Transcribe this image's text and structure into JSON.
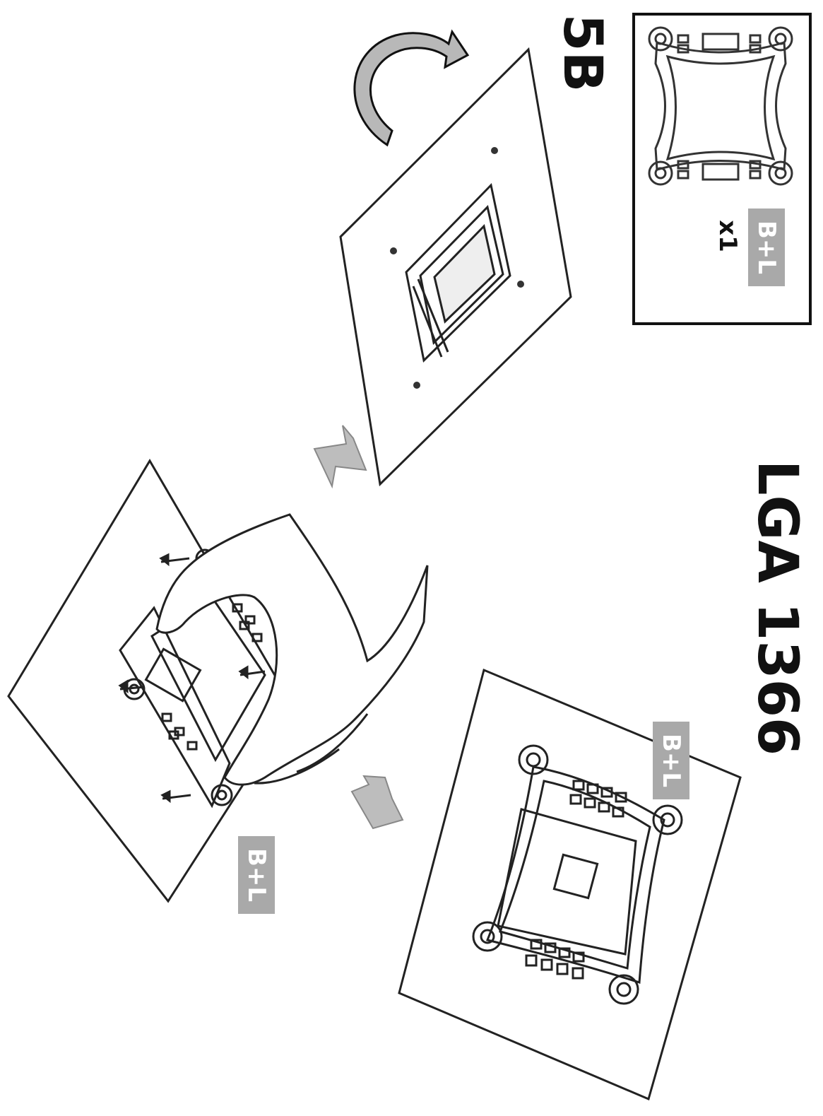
{
  "step_label": "5B",
  "socket_label": "LGA 1366",
  "part_box": {
    "badge": "B+L",
    "quantity": "x1"
  },
  "bracket_badge_installed": "B+L",
  "bracket_badge_hand": "B+L",
  "colors": {
    "line": "#222222",
    "badge_fill": "#a9a9a9",
    "arrow_fill": "#bdbdbd"
  },
  "icons": [
    "rotate-arrow-icon",
    "down-arrow-icon",
    "screw-icon",
    "hand-icon"
  ]
}
